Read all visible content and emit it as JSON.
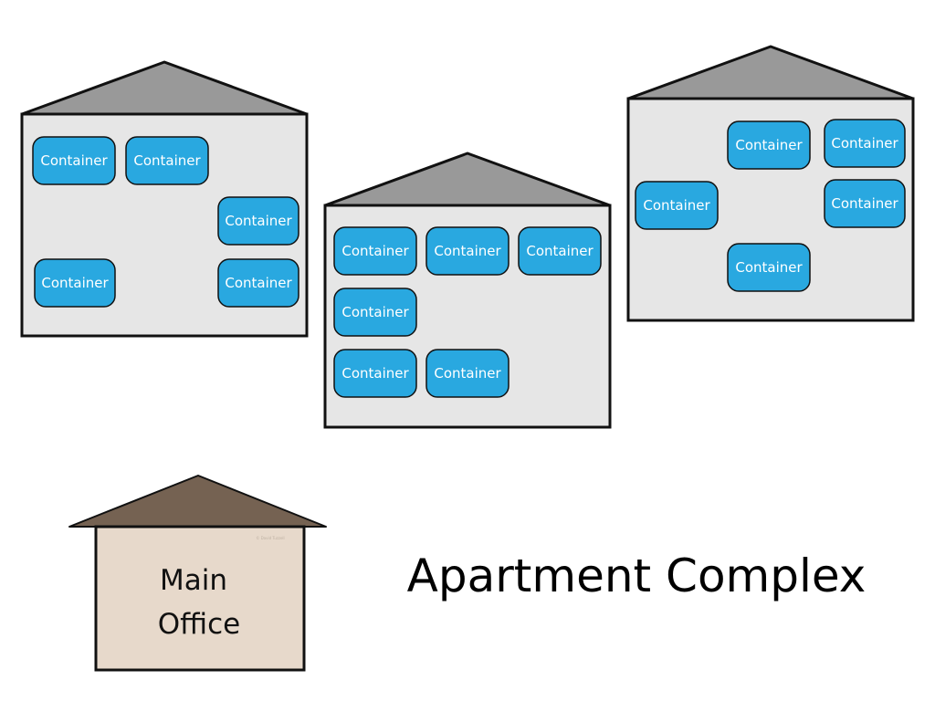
{
  "colors": {
    "roof": "#999999",
    "building_fill": "#e6e6e6",
    "container_fill": "#29a8e0",
    "container_text": "#ffffff",
    "office_roof": "#756252",
    "office_fill": "#e7d9cb",
    "outline": "#111111"
  },
  "buildings": [
    {
      "containers": [
        {
          "label": "Container"
        },
        {
          "label": "Container"
        },
        {
          "label": "Container"
        },
        {
          "label": "Container"
        },
        {
          "label": "Container"
        }
      ]
    },
    {
      "containers": [
        {
          "label": "Container"
        },
        {
          "label": "Container"
        },
        {
          "label": "Container"
        },
        {
          "label": "Container"
        },
        {
          "label": "Container"
        },
        {
          "label": "Container"
        }
      ]
    },
    {
      "containers": [
        {
          "label": "Container"
        },
        {
          "label": "Container"
        },
        {
          "label": "Container"
        },
        {
          "label": "Container"
        },
        {
          "label": "Container"
        }
      ]
    }
  ],
  "office": {
    "line1": "Main",
    "line2": "Office",
    "copyright": "© David Tuzzell"
  },
  "caption": "Apartment Complex"
}
